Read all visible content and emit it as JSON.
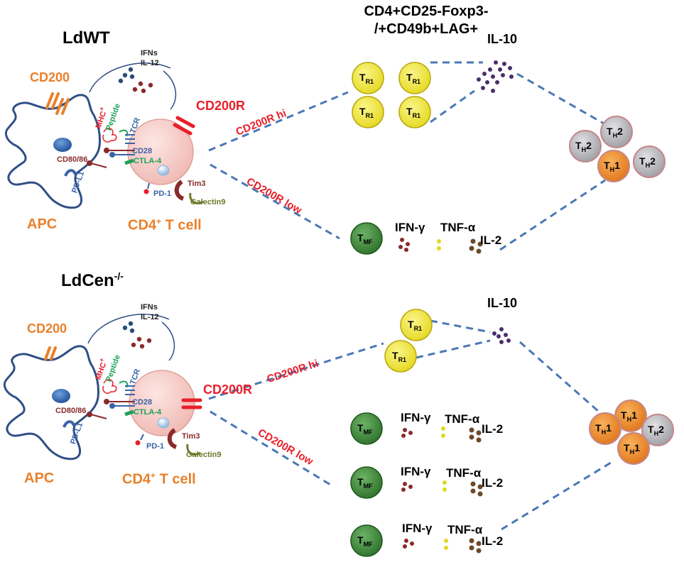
{
  "header": {
    "line1": "CD4+CD25-Foxp3-",
    "line2": "/+CD49b+LAG+"
  },
  "panel_top": {
    "title": "LdWT",
    "cd200": "CD200",
    "cytokines_apc": [
      "IFNs",
      "IL-12"
    ],
    "mhc": "MHC",
    "peptide": "Peptide",
    "tcr": "TCR",
    "cd28": "CD28",
    "ctla4": "CTLA-4",
    "cd80": "CD80/86",
    "pdl1": "PD-L1",
    "pd1": "PD-1",
    "tim3": "Tim3",
    "galectin": "Galectin9",
    "apc": "APC",
    "tcell": "CD4",
    "tcell_suffix": " T cell",
    "cd200r": "CD200R",
    "cd200r_hi": "CD200R hi",
    "cd200r_low": "CD200R low",
    "il10": "IL-10",
    "tmf_cytokines": [
      "IFN-γ",
      "TNF-α",
      "IL-2"
    ]
  },
  "panel_bottom": {
    "title": "LdCen",
    "title_sup": "-/-",
    "cd200": "CD200",
    "cytokines_apc": [
      "IFNs",
      "IL-12"
    ],
    "mhc": "MHC",
    "peptide": "Peptide",
    "tcr": "TCR",
    "cd28": "CD28",
    "ctla4": "CTLA-4",
    "cd80": "CD80/86",
    "pdl1": "PD-L1",
    "pd1": "PD-1",
    "tim3": "Tim3",
    "galectin": "Galectin9",
    "apc": "APC",
    "tcell": "CD4",
    "tcell_suffix": " T cell",
    "cd200r": "CD200R",
    "cd200r_hi": "CD200R hi",
    "cd200r_low": "CD200R low",
    "il10": "IL-10",
    "tmf_cytokines": [
      "IFN-γ",
      "TNF-α",
      "IL-2"
    ]
  },
  "cells": {
    "tr1": {
      "main": "T",
      "sub": "R1"
    },
    "tmf": {
      "main": "T",
      "sub": "MF"
    },
    "th1": {
      "main": "T",
      "sub": "H",
      "suffix": "1"
    },
    "th2": {
      "main": "T",
      "sub": "H",
      "suffix": "2"
    }
  },
  "colors": {
    "apc_orange": "#e9802a",
    "cd200r_red": "#e8202a",
    "tr1_yellow": "#f0e640",
    "tmf_green": "#3f8a3c",
    "th1_orange": "#f0892e",
    "th2_grey": "#b8b8bc",
    "tcell_pink": "#f5c8c4",
    "dash_blue": "#4a78b4",
    "il10_purple": "#4b2d6a"
  }
}
